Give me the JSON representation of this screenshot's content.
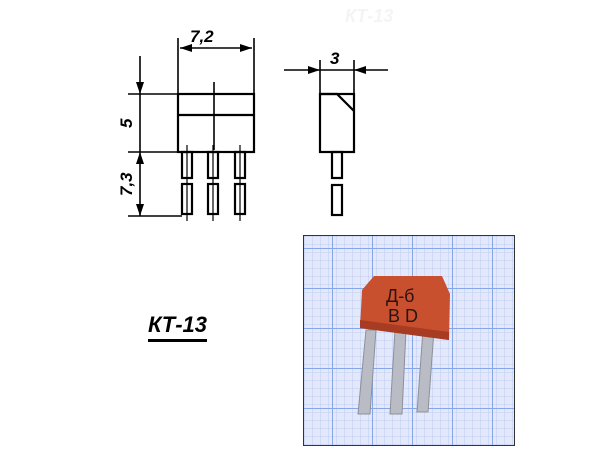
{
  "watermark": "КТ-13",
  "drawing": {
    "front_view": {
      "width_label": "7,2",
      "body_height_label": "5",
      "lead_length_label": "7,3"
    },
    "side_view": {
      "thickness_label": "3"
    }
  },
  "package_label": "КТ-13",
  "photo": {
    "marking_line1": "Д-б",
    "marking_line2": "B D",
    "colors": {
      "body": "#c9502f",
      "grid_bg": "#dfe6fb",
      "grid_line": "#9fb6ee",
      "leads": "#b9bcc4"
    }
  }
}
